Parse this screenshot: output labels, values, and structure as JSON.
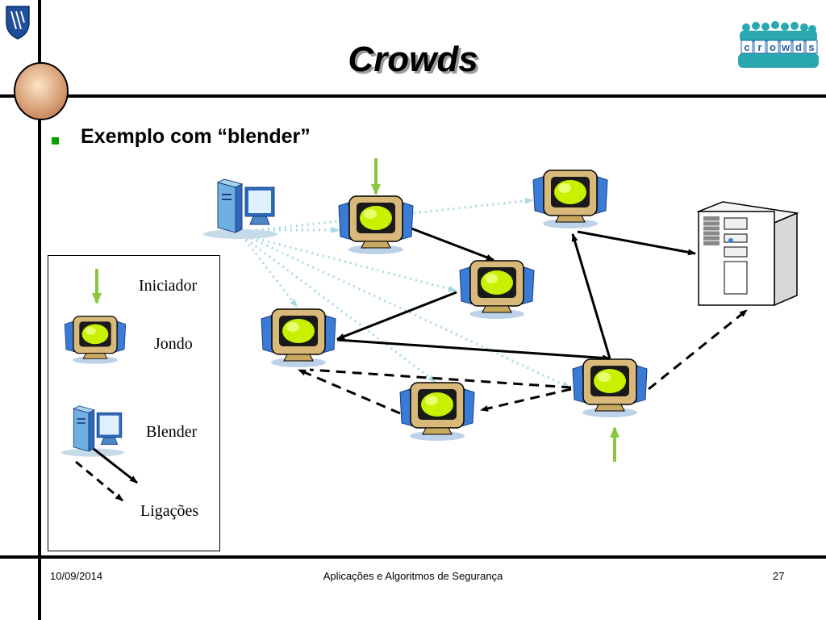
{
  "slide": {
    "title": "Crowds",
    "bullet": "Exemplo com “blender”"
  },
  "legend": {
    "initiator": "Iniciador",
    "jondo": "Jondo",
    "blender": "Blender",
    "links": "Ligações"
  },
  "logos": {
    "crowds_letters": [
      "c",
      "r",
      "o",
      "w",
      "d",
      "s"
    ]
  },
  "footer": {
    "date": "10/09/2014",
    "course": "Aplicações e Algoritmos de Segurança",
    "page": "27"
  },
  "colors": {
    "bullet": "#0aa000",
    "initiator_arrow": "#8cc63f",
    "monitor_screen": "#c8f000",
    "monitor_frame": "#d9b97a",
    "blender_link": "#a8d8e0",
    "crowds_letters_bg": "#2a6ab8"
  },
  "icons": [
    "university-shield-icon",
    "globe-icon",
    "crowds-logo-icon",
    "computer-monitor-icon",
    "desktop-computer-icon",
    "server-tower-icon",
    "green-arrow-icon"
  ]
}
